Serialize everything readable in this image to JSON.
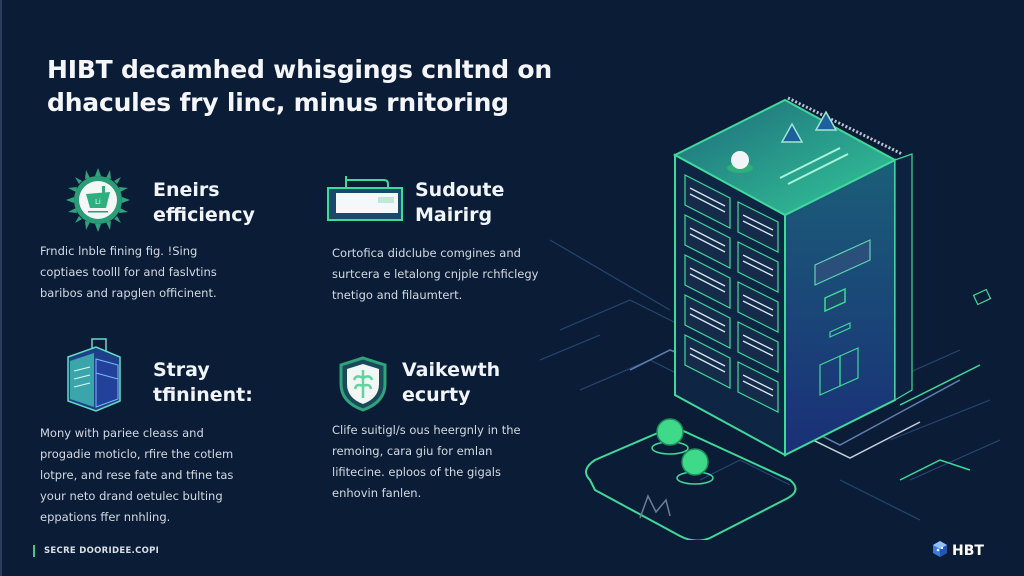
{
  "page": {
    "title_line1": "HIBT decamhed whisgings cnltnd on",
    "title_line2": "dhacules fry linc, minus rnitoring"
  },
  "features": [
    {
      "icon": "efficiency-badge-icon",
      "heading_line1": "Eneirs",
      "heading_line2": "efficiency",
      "body": [
        "Frndic lnble fining fig. !Sing",
        "coptiaes toolll for and faslvtins",
        "baribos and rapglen officinent."
      ]
    },
    {
      "icon": "monitor-display-icon",
      "heading_line1": "Sudoute",
      "heading_line2": "Mairirg",
      "body": [
        "Cortofica didclube comgines and",
        "surtcera e letalong cnjple rchficlegy",
        "tnetigo and filaumtert."
      ]
    },
    {
      "icon": "storage-cube-icon",
      "heading_line1": "Stray",
      "heading_line2": "tfininent:",
      "body": [
        "Mony with pariee cleass and",
        "progadie moticlo, rfire the cotlem",
        "lotpre, and rese fate and tfine tas",
        "your neto drand oetulec bulting",
        "eppations ffer nnhling."
      ]
    },
    {
      "icon": "security-shield-icon",
      "heading_line1": "Vaikewth",
      "heading_line2": "ecurty",
      "body": [
        "Clife suitigl/s ous heergnly in the",
        "remoing, cara giu for emlan",
        "lifitecine. eploos of the gigals",
        "enhovin fanlen."
      ]
    }
  ],
  "footer": {
    "left_text": "SECRE DOORIDEE.COPI",
    "brand": "HBT"
  },
  "colors": {
    "background": "#0b1d36",
    "accent_green": "#3fd99a",
    "accent_teal": "#2bb38a",
    "accent_blue": "#1e4a8a"
  }
}
